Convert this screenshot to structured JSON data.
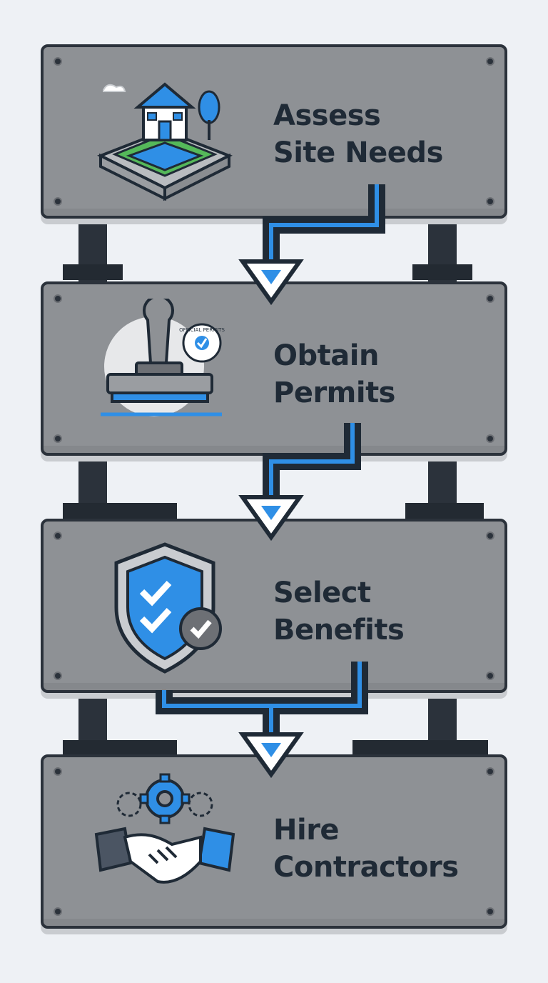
{
  "steps": [
    {
      "line1": "Assess",
      "line2": "Site Needs",
      "icon": "house-site-icon"
    },
    {
      "line1": "Obtain",
      "line2": "Permits",
      "icon": "stamp-icon"
    },
    {
      "line1": "Select",
      "line2": "Benefits",
      "icon": "shield-check-icon"
    },
    {
      "line1": "Hire",
      "line2": "Contractors",
      "icon": "handshake-gear-icon"
    }
  ],
  "stamp_text": "OFFICIAL PERMITS",
  "colors": {
    "accent": "#2f8fe6",
    "dark": "#1f2a36",
    "panel": "#8e9195"
  }
}
